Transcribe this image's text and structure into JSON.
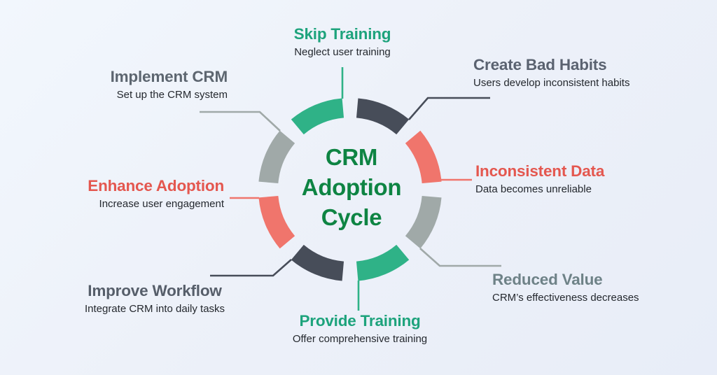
{
  "title": {
    "text": "CRM Adoption Cycle",
    "lines": [
      "CRM",
      "Adoption",
      "Cycle"
    ],
    "color": "#0e8443"
  },
  "colors": {
    "background_start": "#f2f7fd",
    "background_end": "#e8edf8",
    "green_segment": "#2fb287",
    "dark_segment": "#474d59",
    "red_segment": "#f0756c",
    "gray_segment": "#a0a9a8",
    "description_text": "#24282e"
  },
  "items": [
    {
      "id": "skip-training",
      "label": "Skip Training",
      "description": "Neglect user training",
      "label_color": "#1da37c",
      "segment_color": "#2fb287"
    },
    {
      "id": "create-bad-habits",
      "label": "Create Bad Habits",
      "description": "Users develop inconsistent habits",
      "label_color": "#5a6270",
      "segment_color": "#474d59"
    },
    {
      "id": "inconsistent-data",
      "label": "Inconsistent Data",
      "description": "Data becomes unreliable",
      "label_color": "#e4574f",
      "segment_color": "#f0756c"
    },
    {
      "id": "reduced-value",
      "label": "Reduced Value",
      "description": "CRM’s effectiveness decreases",
      "label_color": "#6e8287",
      "segment_color": "#a0a9a8"
    },
    {
      "id": "provide-training",
      "label": "Provide Training",
      "description": "Offer comprehensive training",
      "label_color": "#1da37c",
      "segment_color": "#2fb287"
    },
    {
      "id": "improve-workflow",
      "label": "Improve Workflow",
      "description": "Integrate CRM into daily tasks",
      "label_color": "#565e6a",
      "segment_color": "#474d59"
    },
    {
      "id": "enhance-adoption",
      "label": "Enhance Adoption",
      "description": "Increase user engagement",
      "label_color": "#e4574f",
      "segment_color": "#f0756c"
    },
    {
      "id": "implement-crm",
      "label": "Implement CRM",
      "description": "Set up the CRM system",
      "label_color": "#5d6670",
      "segment_color": "#a0a9a8"
    }
  ]
}
